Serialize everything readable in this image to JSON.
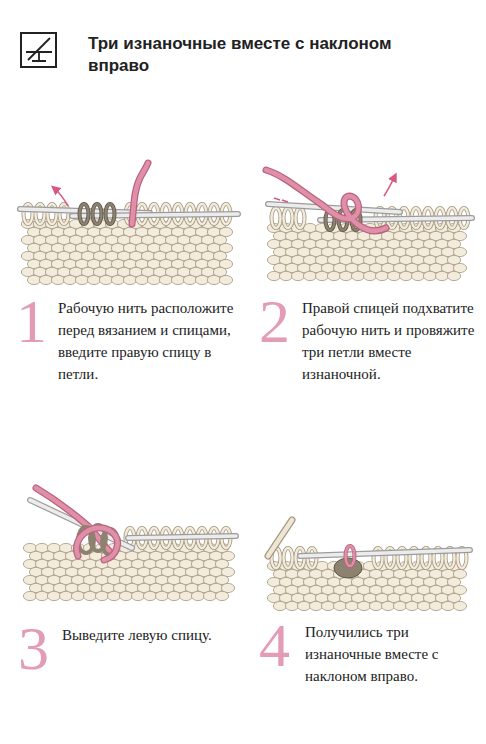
{
  "diagram": {
    "title": "Три изнаночные вместе с наклоном вправо",
    "labels": [
      "1",
      "Рабочую нить расположите перед вязанием и спицами, введите правую спицу в петли.",
      "2",
      "Правой спицей подхватите рабочую нить и провяжите три петли вместе изнаночной.",
      "3",
      "Выведите левую спицу.",
      "4",
      "Получились три изнаночные вместе с наклоном вправо."
    ]
  }
}
